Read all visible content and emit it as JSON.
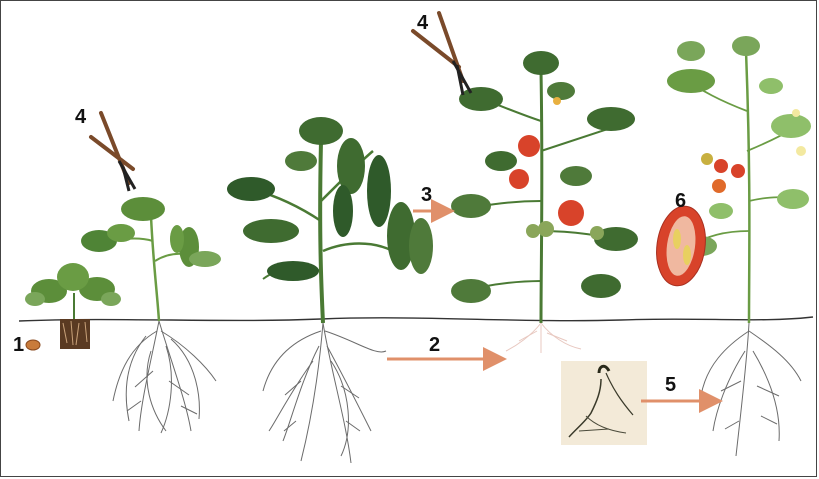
{
  "labels": {
    "seed": "1",
    "arrow_roots": "2",
    "arrow_wilt": "3",
    "pruning_left": "4",
    "pruning_right": "4",
    "arrow_graft": "5",
    "fruit_section": "6"
  },
  "colors": {
    "leaf_dark": "#2f5a2a",
    "leaf_light": "#7aa65a",
    "stem": "#4a7a34",
    "root": "#6b6b6b",
    "arrow": "#e0906a",
    "tomato": "#d8432a",
    "soil_line": "#333333",
    "shears_handle": "#7a4a2a"
  },
  "icons": {
    "shears": "pruning-shears-icon",
    "seed": "seed-icon"
  }
}
